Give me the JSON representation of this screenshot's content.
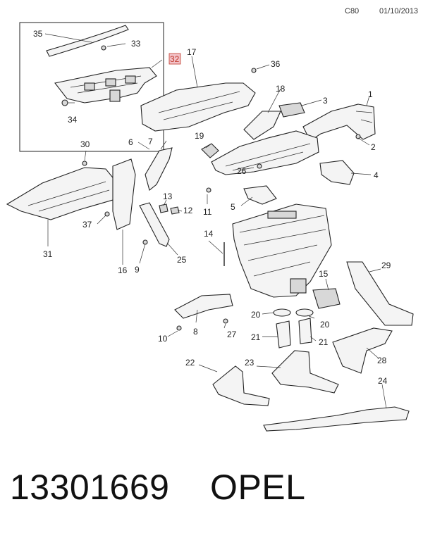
{
  "header": {
    "code": "C80",
    "date": "01/10/2013"
  },
  "callouts": {
    "c1": "1",
    "c2": "2",
    "c3": "3",
    "c4": "4",
    "c5": "5",
    "c6": "6",
    "c7": "7",
    "c8": "8",
    "c9": "9",
    "c10": "10",
    "c11": "11",
    "c12": "12",
    "c13": "13",
    "c14": "14",
    "c15": "15",
    "c16": "16",
    "c17": "17",
    "c18": "18",
    "c19": "19",
    "c20a": "20",
    "c20b": "20",
    "c21a": "21",
    "c21b": "21",
    "c22": "22",
    "c23": "23",
    "c24": "24",
    "c25": "25",
    "c26": "26",
    "c27": "27",
    "c28": "28",
    "c29": "29",
    "c30": "30",
    "c31": "31",
    "c32": "32",
    "c33": "33",
    "c34": "34",
    "c35": "35",
    "c36": "36",
    "c37": "37"
  },
  "colors": {
    "highlight_box": "#f2c2c8",
    "highlight_text": "#c0392b"
  },
  "footer": {
    "part_number": "13301669",
    "brand": "OPEL"
  }
}
